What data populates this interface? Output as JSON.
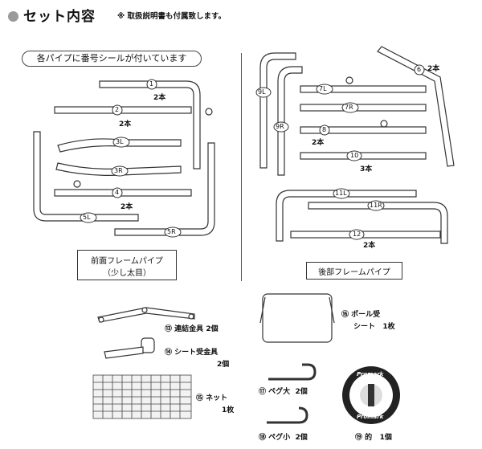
{
  "header": {
    "title": "セット内容",
    "note": "※ 取扱説明書も付属致します。"
  },
  "front": {
    "pill_text": "各パイプに番号シールが付いています",
    "caption_line1": "前面フレームパイプ",
    "caption_line2": "（少し太目）",
    "parts": [
      {
        "num": "1",
        "qty": "2本"
      },
      {
        "num": "2",
        "qty": "2本"
      },
      {
        "num": "3L",
        "qty": ""
      },
      {
        "num": "3R",
        "qty": ""
      },
      {
        "num": "4",
        "qty": "2本"
      },
      {
        "num": "5L",
        "qty": ""
      },
      {
        "num": "5R",
        "qty": ""
      }
    ]
  },
  "rear": {
    "caption": "後部フレームパイプ",
    "parts": [
      {
        "num": "6",
        "qty": "2本"
      },
      {
        "num": "7L",
        "qty": ""
      },
      {
        "num": "7R",
        "qty": ""
      },
      {
        "num": "8",
        "qty": "2本"
      },
      {
        "num": "9L",
        "qty": ""
      },
      {
        "num": "9R",
        "qty": ""
      },
      {
        "num": "10",
        "qty": "3本"
      },
      {
        "num": "11L",
        "qty": ""
      },
      {
        "num": "11R",
        "qty": ""
      },
      {
        "num": "12",
        "qty": "2本"
      }
    ]
  },
  "accessories": [
    {
      "num": "⑬",
      "name": "連結金具",
      "qty": "2個"
    },
    {
      "num": "⑭",
      "name": "シート受金具",
      "qty": "2個"
    },
    {
      "num": "⑮",
      "name": "ネット",
      "qty": "1枚"
    },
    {
      "num": "⑯",
      "name": "ポール受",
      "name2": "シート",
      "qty": "1枚"
    },
    {
      "num": "⑰",
      "name": "ペグ大",
      "qty": "2個"
    },
    {
      "num": "⑱",
      "name": "ペグ小",
      "qty": "2個"
    },
    {
      "num": "⑲",
      "name": "的",
      "qty": "1個"
    }
  ],
  "target_logo": {
    "top": "Promark",
    "bottom": "Promark"
  }
}
